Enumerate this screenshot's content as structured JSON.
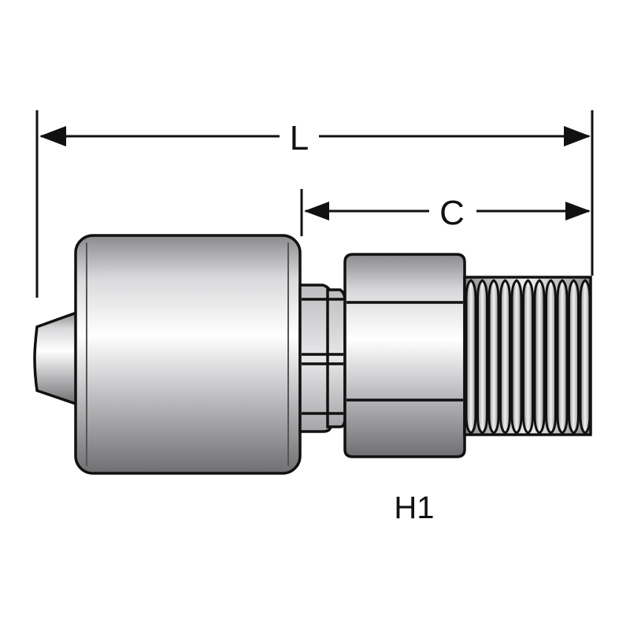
{
  "diagram": {
    "dimension_overall_label": "L",
    "dimension_thread_label": "C",
    "part_label": "H1",
    "colors": {
      "line": "#111111",
      "metal_light": "#ffffff",
      "metal_mid": "#c9c9cb",
      "metal_dark": "#7d7d80",
      "background": "#ffffff"
    }
  }
}
